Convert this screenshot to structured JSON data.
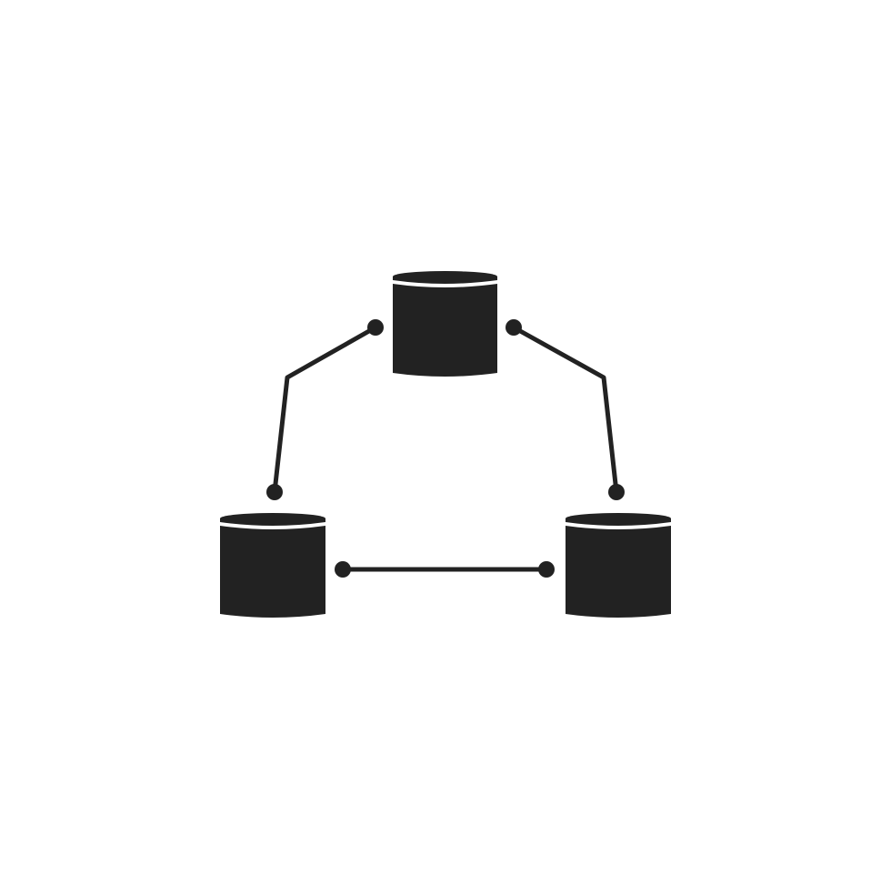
{
  "icon": {
    "name": "database-network-icon",
    "colors": {
      "ink": "#222222",
      "background": "#ffffff"
    },
    "nodes": [
      {
        "id": "database-top"
      },
      {
        "id": "database-bottom-left"
      },
      {
        "id": "database-bottom-right"
      }
    ],
    "connections": [
      {
        "from": "database-top",
        "to": "database-bottom-left"
      },
      {
        "from": "database-top",
        "to": "database-bottom-right"
      },
      {
        "from": "database-bottom-left",
        "to": "database-bottom-right"
      }
    ]
  }
}
